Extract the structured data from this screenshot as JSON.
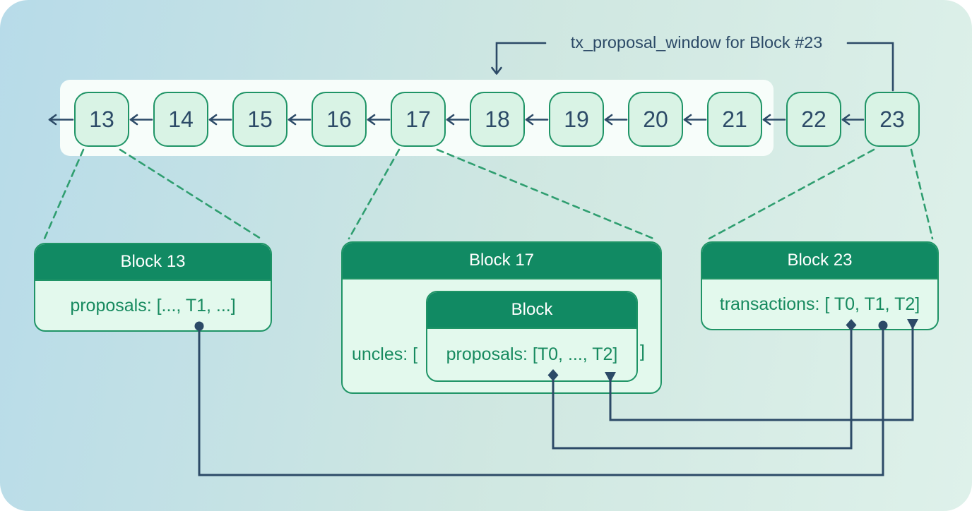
{
  "colors": {
    "background_blue": "#b7dbe9",
    "background_mid": "#cfe7e1",
    "background_mint": "#def1ea",
    "window_bg": "#f7fdfa",
    "block_fill": "#d9f3e5",
    "green_border": "#1f9466",
    "green_dark": "#118a63",
    "green_text": "#178a5f",
    "card_body_bg": "#e3f9ed",
    "slate": "#2c4a67",
    "dashed_green": "#2f9e70"
  },
  "annotation": {
    "label": "tx_proposal_window for Block #23"
  },
  "chain": {
    "blocks": [
      "13",
      "14",
      "15",
      "16",
      "17",
      "18",
      "19",
      "20",
      "21",
      "22",
      "23"
    ]
  },
  "cards": {
    "block13": {
      "title": "Block 13",
      "body": "proposals: [..., T1, ...]"
    },
    "block17": {
      "title": "Block 17",
      "uncles_open": "uncles: [",
      "uncles_close": "]",
      "nested": {
        "title": "Block",
        "body": "proposals: [T0, ..., T2]"
      }
    },
    "block23": {
      "title": "Block 23",
      "body": "transactions: [ T0, T1, T2]"
    }
  },
  "markers": {
    "t0": "diamond",
    "t1": "circle",
    "t2": "triangle-down"
  }
}
